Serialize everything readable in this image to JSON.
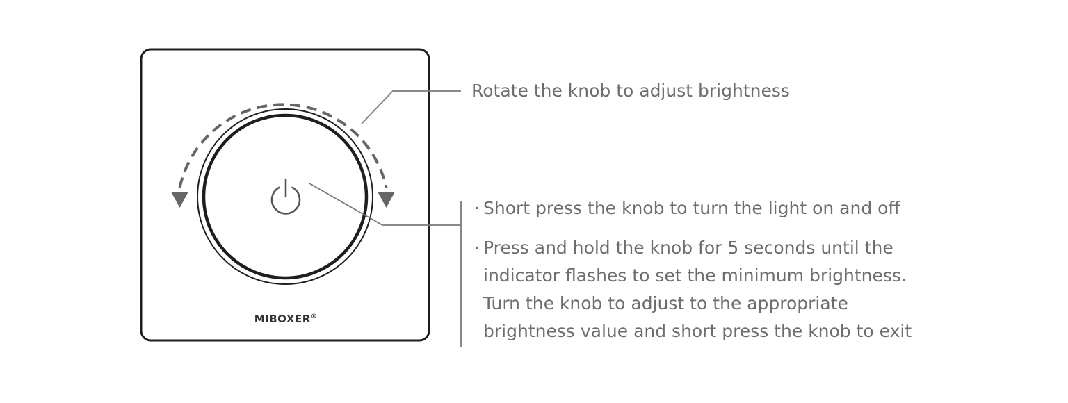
{
  "brand": {
    "name": "MIBOXER",
    "registered_mark": "®"
  },
  "icons": {
    "power": "power-icon",
    "arrows": "arrow-down-icon"
  },
  "colors": {
    "outline": "#1e1e1e",
    "callout": "#7a7a7a",
    "arrow": "#666666",
    "text": "#6d6d6d"
  },
  "callouts": {
    "rotate": "Rotate the knob to adjust brightness",
    "short_press": {
      "bullet": "·",
      "text": "Short press the knob to turn the light on and off"
    },
    "long_press": {
      "bullet": "·",
      "lines": [
        "Press and hold the knob for 5 seconds until the",
        "indicator flashes to set the minimum brightness.",
        "Turn the knob to adjust to the appropriate",
        "brightness value and short press the knob to exit"
      ]
    }
  }
}
